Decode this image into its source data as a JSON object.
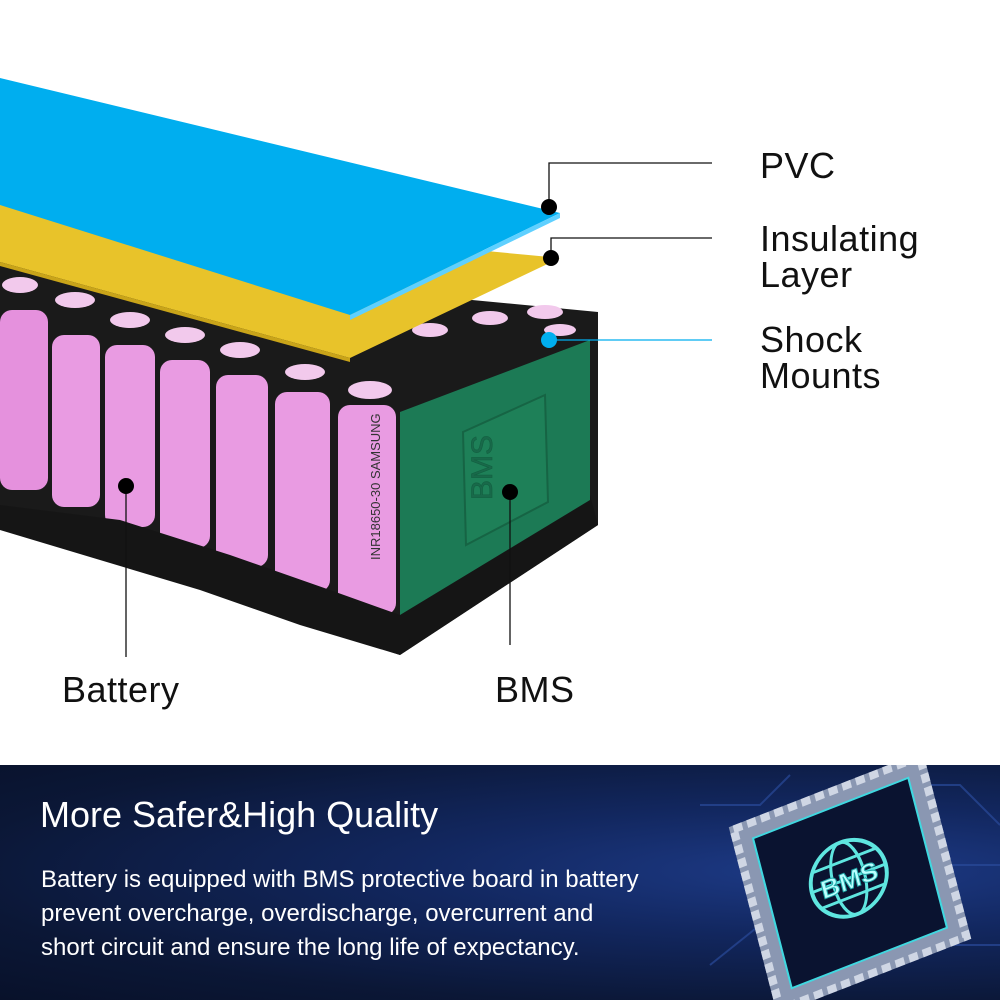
{
  "labels": {
    "pvc": "PVC",
    "insulating_1": "Insulating",
    "insulating_2": "Layer",
    "shock_1": "Shock",
    "shock_2": "Mounts",
    "battery": "Battery",
    "bms": "BMS"
  },
  "product_markings": {
    "bms_board": "BMS",
    "cell_print": "INR18650-30 SAMSUNG"
  },
  "banner": {
    "title": "More Safer&High Quality",
    "lines": [
      "Battery is equipped with BMS protective board in battery",
      "prevent overcharge, overdischarge, overcurrent and",
      "short circuit and ensure the long life of expectancy."
    ],
    "chip_label": "BMS"
  },
  "colors": {
    "pvc": "#00aeef",
    "insulating": "#e8c32a",
    "cell": "#e79be0",
    "bms_board": "#1c7a55",
    "shock_dot": "#00aeef",
    "banner_bg": "#0b1736"
  }
}
